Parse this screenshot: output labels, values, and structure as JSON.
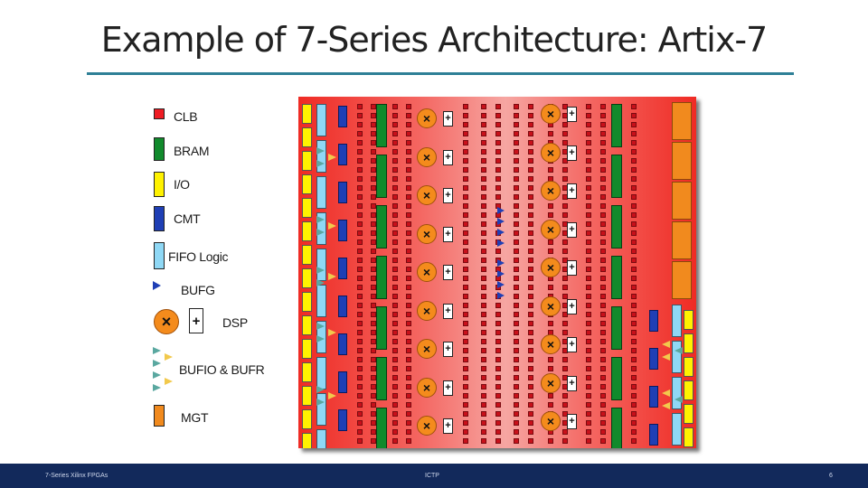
{
  "slide": {
    "title": "Example of 7-Series Architecture: Artix-7"
  },
  "legend": {
    "items": [
      {
        "key": "clb",
        "label": "CLB"
      },
      {
        "key": "bram",
        "label": "BRAM"
      },
      {
        "key": "io",
        "label": "I/O"
      },
      {
        "key": "cmt",
        "label": "CMT"
      },
      {
        "key": "fifo",
        "label": "FIFO Logic"
      },
      {
        "key": "bufg",
        "label": "BUFG"
      },
      {
        "key": "dsp",
        "label": "DSP"
      },
      {
        "key": "bufio",
        "label": "BUFIO & BUFR"
      },
      {
        "key": "mgt",
        "label": "MGT"
      }
    ],
    "dsp_x_symbol": "×",
    "dsp_plus_symbol": "+"
  },
  "colors": {
    "clb": "#ee1c23",
    "bram": "#118a2c",
    "io": "#fff200",
    "cmt": "#1f3fb5",
    "fifo": "#8fd8f5",
    "bufg": "#1f3fb5",
    "dsp": "#f48b1c",
    "bufio": "#5aa8a0",
    "mgt": "#f18a1e",
    "footer_bg": "#12295b",
    "title_rule": "#2e7f96"
  },
  "footer": {
    "left": "7-Series Xilinx FPGAs",
    "center": "ICTP",
    "right": "6"
  }
}
